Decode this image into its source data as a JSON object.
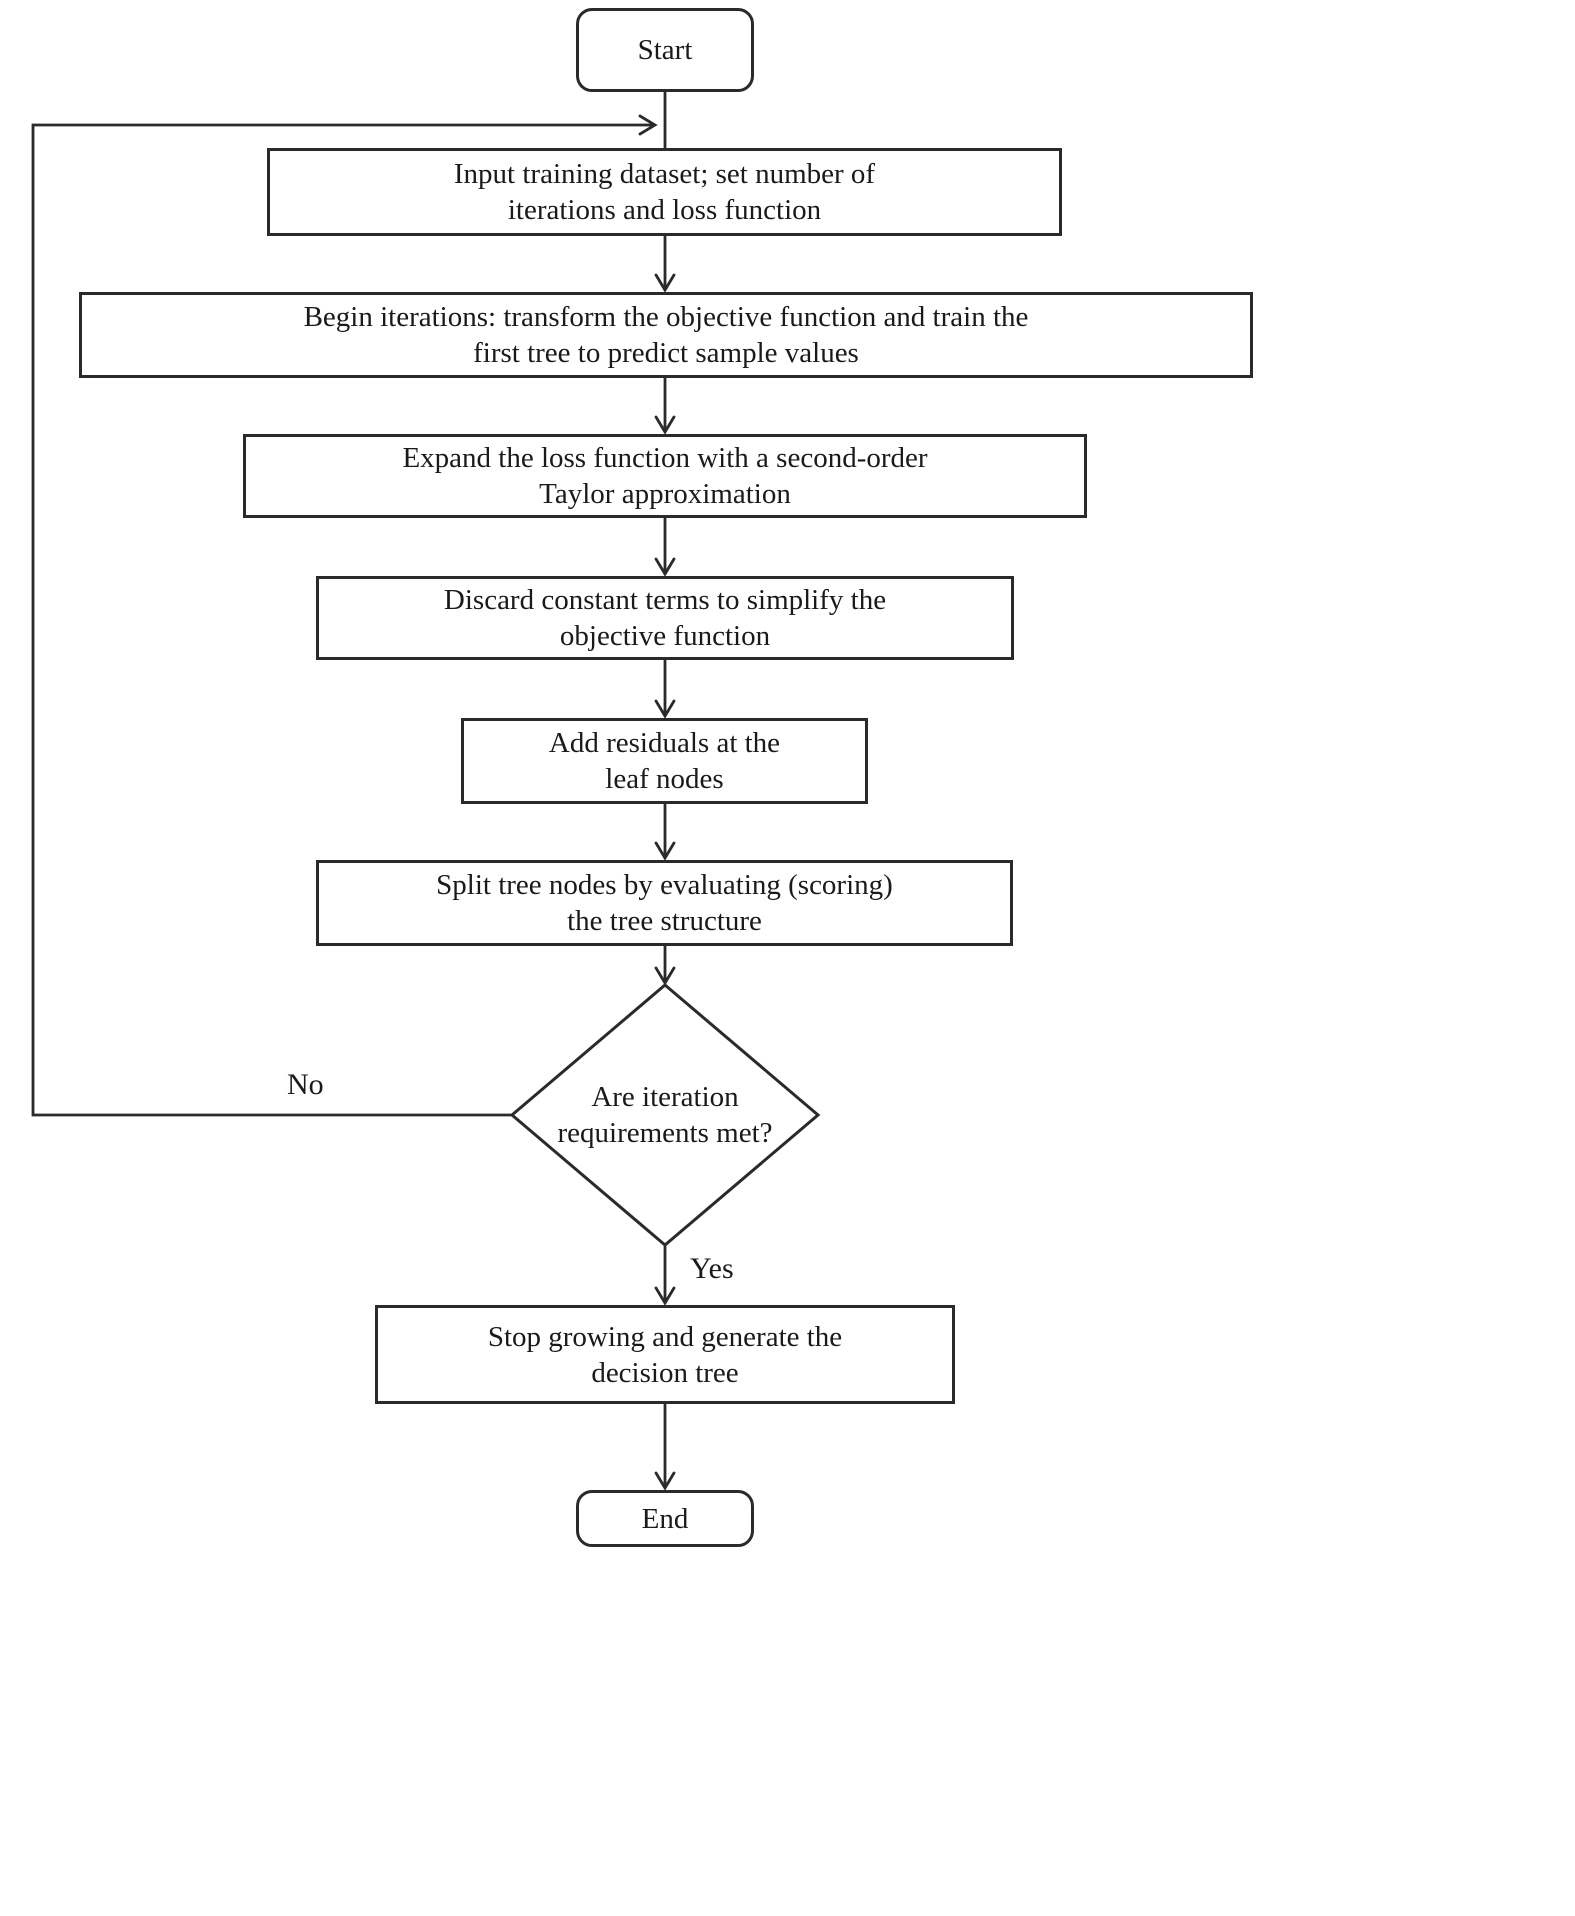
{
  "diagram": {
    "type": "flowchart",
    "nodes": {
      "start": {
        "label": "Start"
      },
      "input": {
        "label": "Input training dataset; set number of\niterations and loss function"
      },
      "begin": {
        "label": "Begin iterations: transform the objective function and train the\nfirst tree to predict sample values"
      },
      "expand": {
        "label": "Expand the loss function with a second-order\nTaylor approximation"
      },
      "discard": {
        "label": "Discard constant terms to simplify the\nobjective function"
      },
      "residuals": {
        "label": "Add residuals at the\nleaf nodes"
      },
      "split": {
        "label": "Split tree nodes by evaluating (scoring)\nthe tree structure"
      },
      "decision": {
        "label": "Are iteration\nrequirements met?"
      },
      "stop": {
        "label": "Stop growing and generate the\ndecision tree"
      },
      "end": {
        "label": "End"
      }
    },
    "edge_labels": {
      "no": "No",
      "yes": "Yes"
    },
    "colors": {
      "stroke": "#2a2a2a",
      "text": "#1a1a1a",
      "background": "#ffffff"
    }
  }
}
